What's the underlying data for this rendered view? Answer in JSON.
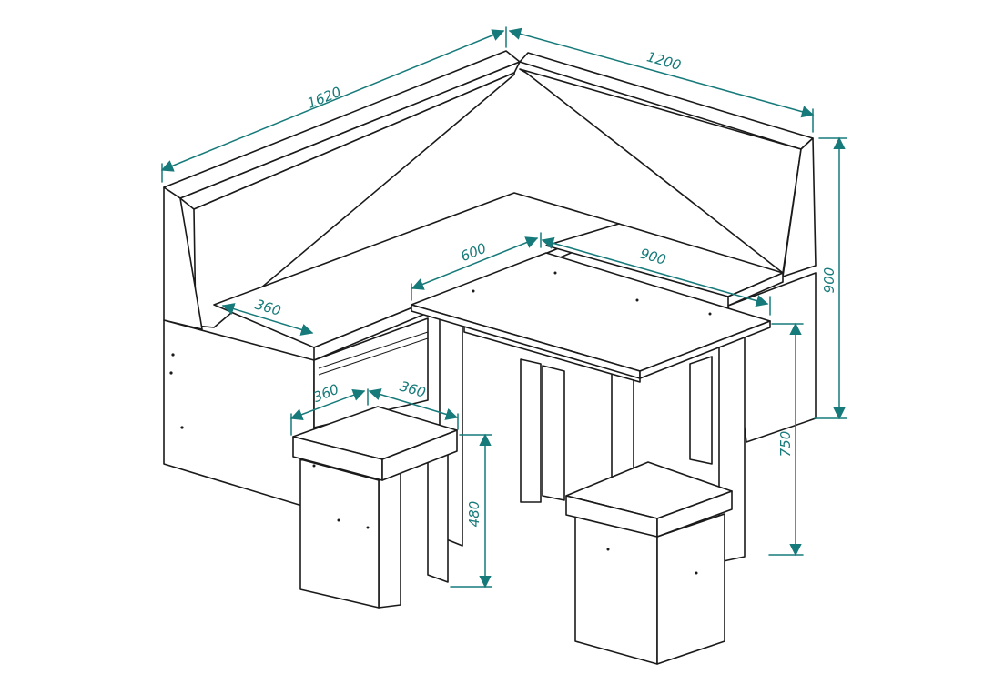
{
  "colors": {
    "dimension": "#177a7a",
    "outline": "#1a1a1a",
    "background": "#ffffff"
  },
  "dimensions": {
    "sofa_long_length": "1620",
    "sofa_short_length": "1200",
    "sofa_height": "900",
    "seat_depth": "360",
    "table_width": "600",
    "table_length": "900",
    "table_height": "750",
    "stool_width": "360",
    "stool_depth": "360",
    "stool_height": "480"
  }
}
